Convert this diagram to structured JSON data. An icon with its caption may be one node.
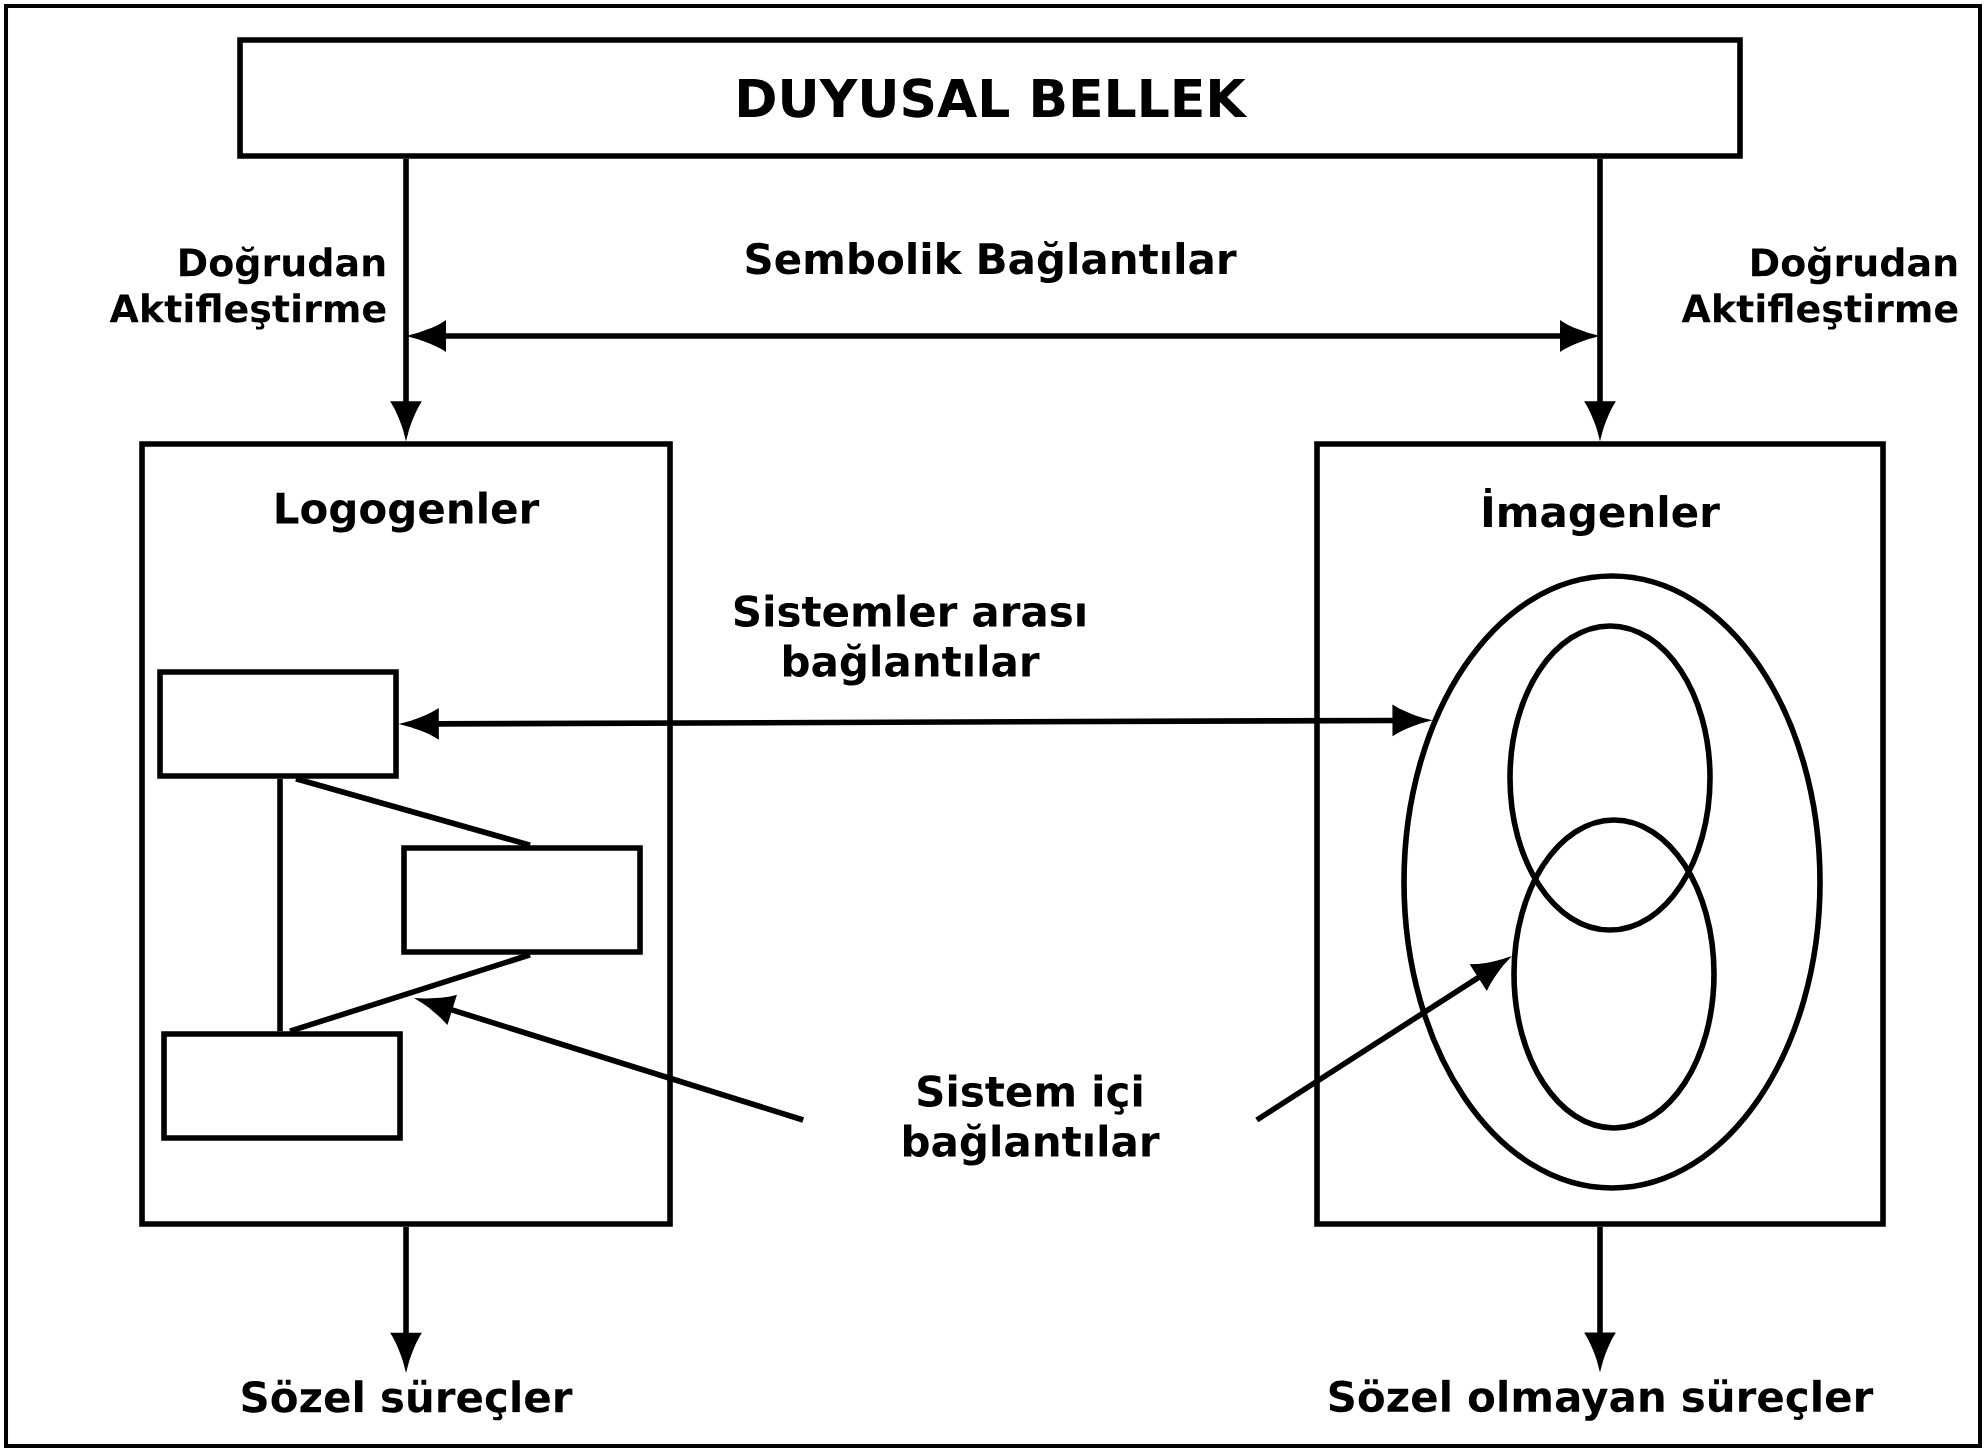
{
  "diagram": {
    "nodes": [
      {
        "text": [
          "DUYUSAL BELLEK"
        ]
      },
      {
        "text": [
          "Logogenler"
        ]
      },
      {
        "text": [],
        "shape": "box",
        "in": 1
      },
      {
        "text": [],
        "shape": "box",
        "in": 1
      },
      {
        "text": [],
        "shape": "box",
        "in": 1
      },
      {
        "text": [
          "İmagenler"
        ]
      },
      {
        "text": [],
        "shape": "circle",
        "in": 5
      },
      {
        "text": [],
        "shape": "circle",
        "in": 6
      },
      {
        "text": [],
        "shape": "circle",
        "in": 6
      },
      {
        "text": [
          "Sözel süreçler"
        ]
      },
      {
        "text": [
          "Sözel olmayan süreçler"
        ]
      },
      {
        "text": [
          "Sistem içi bağlantılar"
        ]
      }
    ],
    "edges": [
      {
        "from": 0,
        "to": 1,
        "arrow": "to",
        "label": "Doğrudan Aktifleştirme"
      },
      {
        "from": 0,
        "to": 5,
        "arrow": "to",
        "label": "Doğrudan Aktifleştirme"
      },
      {
        "from": 1,
        "to": 5,
        "arrow": "both",
        "label": "Sembolik Bağlantılar"
      },
      {
        "from": 2,
        "to": 6,
        "arrow": "both",
        "label": "Sistemler arası bağlantılar"
      },
      {
        "from": 2,
        "to": 4,
        "arrow": "none"
      },
      {
        "from": 2,
        "to": 3,
        "arrow": "none"
      },
      {
        "from": 3,
        "to": 4,
        "arrow": "none"
      },
      {
        "from": 11,
        "to": null,
        "arrow": "to"
      },
      {
        "from": 11,
        "to": 8,
        "arrow": "to"
      },
      {
        "from": 1,
        "to": 9,
        "arrow": "to"
      },
      {
        "from": 5,
        "to": 10,
        "arrow": "to"
      }
    ]
  }
}
